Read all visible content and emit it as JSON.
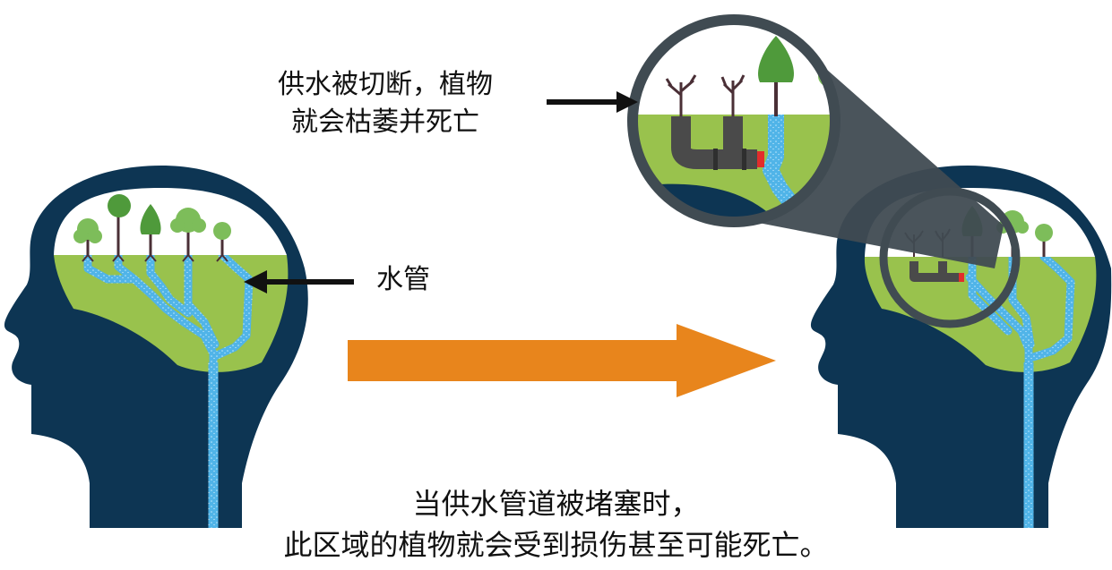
{
  "colors": {
    "head": "#0d3553",
    "brain": "#99c24d",
    "water": "#50b4e8",
    "pipe": "#4a4a4a",
    "blockage": "#e22c2c",
    "arrow": "#e8851c",
    "tree_dark": "#4f9a3b",
    "tree_light": "#7dbd5a",
    "trunk": "#4a2f36"
  },
  "labels": {
    "blocked_line1": "供水被切断，植物",
    "blocked_line2": "就会枯萎并死亡",
    "water_pipe": "水管",
    "caption_line1": "当供水管道被堵塞时，",
    "caption_line2": "此区域的植物就会受到损伤甚至可能死亡。"
  },
  "icons": {
    "left_head": "healthy-brain-head-icon",
    "right_head": "blocked-brain-head-icon",
    "zoom": "magnifier-zoom-icon",
    "progress_arrow": "orange-right-arrow-icon"
  }
}
